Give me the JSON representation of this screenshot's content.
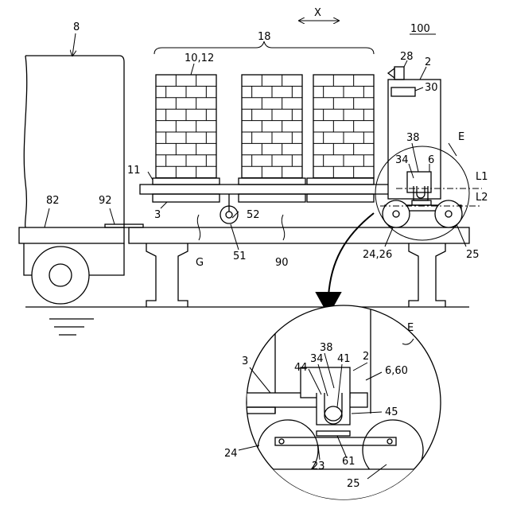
{
  "labels": {
    "l8": "8",
    "l18": "18",
    "l100": "100",
    "lx": "X",
    "l1012": "10,12",
    "l28": "28",
    "l2": "2",
    "l30": "30",
    "l38": "38",
    "le": "E",
    "l34": "34",
    "l6": "6",
    "l11": "11",
    "ll1": "L1",
    "ll2": "L2",
    "l82": "82",
    "l92": "92",
    "l3": "3",
    "l52": "52",
    "lg": "G",
    "l51": "51",
    "l90": "90",
    "l2426": "24,26",
    "l25": "25",
    "d_e": "E",
    "d_3": "3",
    "d_38": "38",
    "d_2": "2",
    "d_44": "44",
    "d_34": "34",
    "d_41": "41",
    "d_660": "6,60",
    "d_45": "45",
    "d_24": "24",
    "d_23": "23",
    "d_61": "61",
    "d_25": "25"
  }
}
